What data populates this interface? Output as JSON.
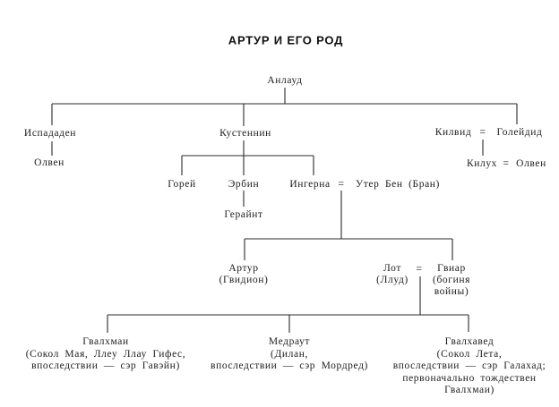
{
  "title": "АРТУР И ЕГО РОД",
  "symbols": {
    "equals": "="
  },
  "people": {
    "anlaud": "Анлауд",
    "ispadaden": "Испададен",
    "olwen_daughter": "Олвен",
    "kustennin": "Кустеннин",
    "kilwid": "Килвид",
    "goleudid": "Голейдид",
    "kilukh": "Килух",
    "olwen_wife": "Олвен",
    "gorei": "Горей",
    "erbin": "Эрбин",
    "geraint": "Герайнт",
    "ingerna": "Ингерна",
    "uter_ben": "Утер Бен (Бран)",
    "artur": {
      "name": "Артур",
      "alias": "(Гвидион)"
    },
    "lot": {
      "name": "Лот",
      "alias": "(Ллуд)"
    },
    "gviar": {
      "name": "Гвиар",
      "alias_line1": "(богиня",
      "alias_line2": "войны)"
    },
    "gvalkhmai": {
      "name": "Гвалхмаи",
      "note_line1": "(Сокол Мая, Ллеу Ллау Гифес,",
      "note_line2": "впоследствии — сэр Гавэйн)"
    },
    "medraut": {
      "name": "Медраут",
      "note_line1": "(Дилан,",
      "note_line2": "впоследствии — сэр Мордред)"
    },
    "gvalkhaved": {
      "name": "Гвалхавед",
      "note_line1": "(Сокол Лета,",
      "note_line2": "впоследствии — сэр Галахад;",
      "note_line3": "первоначально тождествен",
      "note_line4": "Гвалхмаи)"
    }
  }
}
